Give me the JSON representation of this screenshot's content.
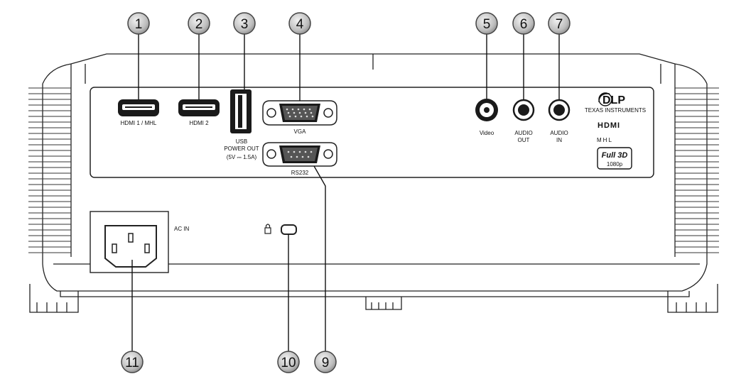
{
  "ports": {
    "hdmi1": "HDMI 1 / MHL",
    "hdmi2": "HDMI 2",
    "usb_line1": "USB",
    "usb_line2": "POWER OUT",
    "usb_line3": "(5V ⎓ 1.5A)",
    "vga": "VGA",
    "rs232": "RS232",
    "video": "Video",
    "audio_out_1": "AUDIO",
    "audio_out_2": "OUT",
    "audio_in_1": "AUDIO",
    "audio_in_2": "IN",
    "ac_in": "AC IN"
  },
  "logos": {
    "dlp": "DLP",
    "texas": "TEXAS INSTRUMENTS",
    "hdmi": "HDMI",
    "mhl": "MHL",
    "full3d": "Full 3D",
    "res": "1080p"
  },
  "callouts": [
    "1",
    "2",
    "3",
    "4",
    "5",
    "6",
    "7",
    "9",
    "10",
    "11"
  ]
}
